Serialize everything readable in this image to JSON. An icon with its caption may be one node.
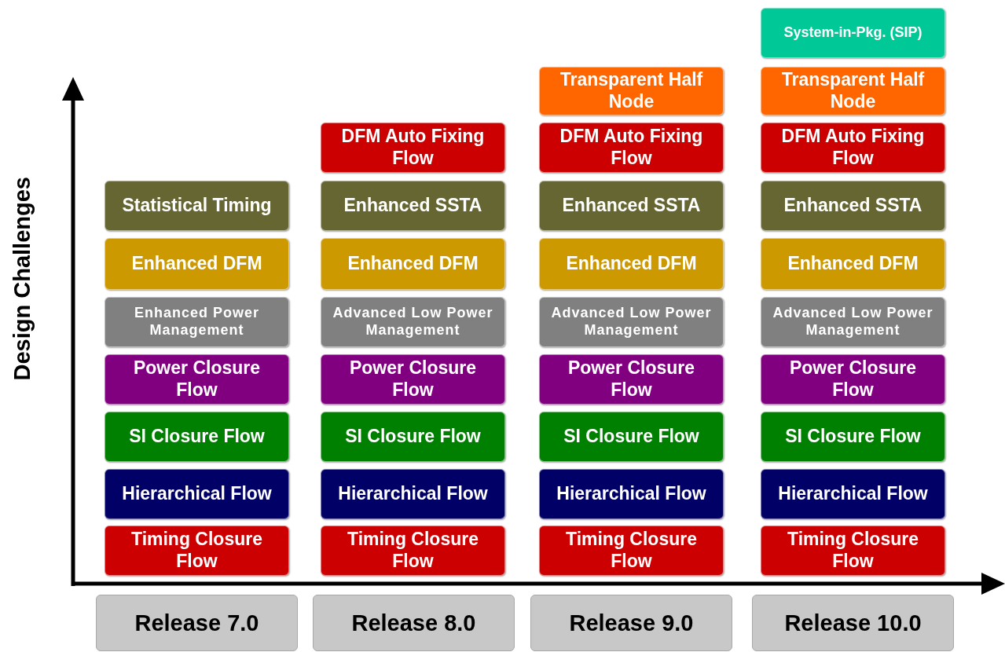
{
  "diagram": {
    "nodes": [
      {
        "text": [
          "Statistical Timing"
        ]
      },
      {
        "text": [
          "Enhanced DFM"
        ]
      },
      {
        "text": [
          "Enhanced Power Management"
        ]
      },
      {
        "text": [
          "Power Closure Flow"
        ]
      },
      {
        "text": [
          "SI Closure Flow"
        ]
      },
      {
        "text": [
          "Hierarchical Flow"
        ]
      },
      {
        "text": [
          "Timing Closure Flow"
        ]
      },
      {
        "text": [
          "DFM Auto Fixing Flow"
        ]
      },
      {
        "text": [
          "Enhanced SSTA"
        ]
      },
      {
        "text": [
          "Enhanced DFM"
        ]
      },
      {
        "text": [
          "Advanced Low Power Management"
        ]
      },
      {
        "text": [
          "Power Closure Flow"
        ]
      },
      {
        "text": [
          "SI Closure Flow"
        ]
      },
      {
        "text": [
          "Hierarchical Flow"
        ]
      },
      {
        "text": [
          "Timing Closure Flow"
        ]
      },
      {
        "text": [
          "Transparent Half Node"
        ]
      },
      {
        "text": [
          "DFM Auto Fixing Flow"
        ]
      },
      {
        "text": [
          "Enhanced SSTA"
        ]
      },
      {
        "text": [
          "Enhanced DFM"
        ]
      },
      {
        "text": [
          "Advanced Low Power Management"
        ]
      },
      {
        "text": [
          "Power Closure Flow"
        ]
      },
      {
        "text": [
          "SI Closure Flow"
        ]
      },
      {
        "text": [
          "Hierarchical Flow"
        ]
      },
      {
        "text": [
          "Timing Closure Flow"
        ]
      },
      {
        "text": [
          "System-in-Pkg. (SIP)"
        ]
      },
      {
        "text": [
          "Transparent Half Node"
        ]
      },
      {
        "text": [
          "DFM Auto Fixing Flow"
        ]
      },
      {
        "text": [
          "Enhanced SSTA"
        ]
      },
      {
        "text": [
          "Enhanced DFM"
        ]
      },
      {
        "text": [
          "Advanced Low Power Management"
        ]
      },
      {
        "text": [
          "Power Closure Flow"
        ]
      },
      {
        "text": [
          "SI Closure Flow"
        ]
      },
      {
        "text": [
          "Hierarchical Flow"
        ]
      },
      {
        "text": [
          "Timing Closure Flow"
        ]
      },
      {
        "text": [
          "Release 7.0"
        ]
      },
      {
        "text": [
          "Release 8.0"
        ]
      },
      {
        "text": [
          "Release 9.0"
        ]
      },
      {
        "text": [
          "Release 10.0"
        ]
      }
    ],
    "edges": [],
    "labels": [
      "Design Challenges"
    ]
  }
}
